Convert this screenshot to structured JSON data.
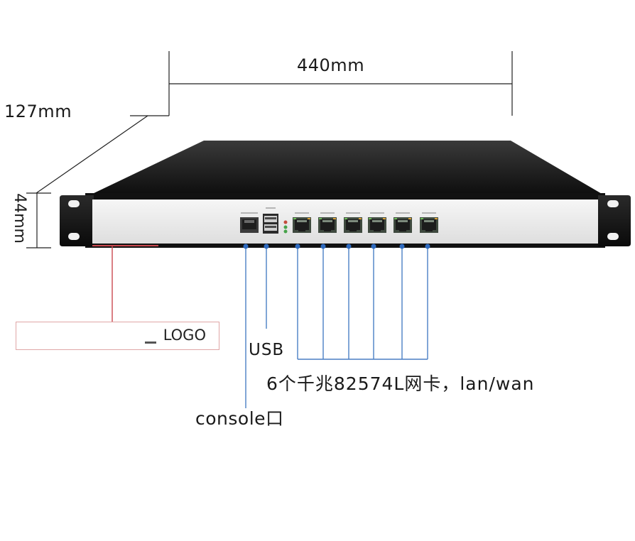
{
  "dimensions": {
    "width": "440mm",
    "depth": "127mm",
    "height": "44mm"
  },
  "callouts": {
    "logo": "LOGO",
    "usb": "USB",
    "nic": "6个千兆82574L网卡，lan/wan",
    "console": "console口"
  },
  "colors": {
    "chassis_top": "#1c1c1c",
    "faceplate": "#ececec",
    "callout_line": "#4a7fc4",
    "callout_dot": "#2f6bc0",
    "logo_line": "#c9484f",
    "dimension_line": "#222222"
  }
}
